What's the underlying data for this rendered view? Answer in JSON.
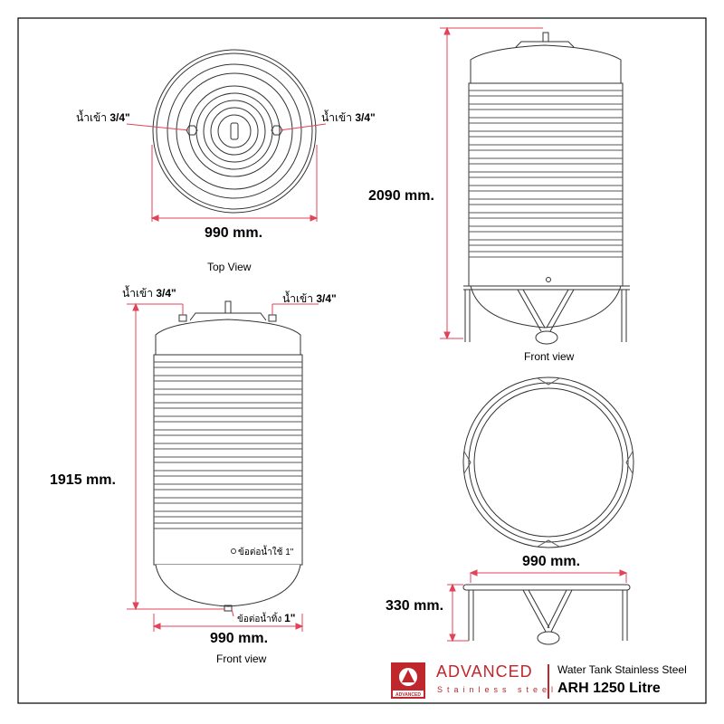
{
  "top_view": {
    "inlet_left": {
      "prefix": "น้ำเข้า",
      "size": "3/4\""
    },
    "inlet_right": {
      "prefix": "น้ำเข้า",
      "size": "3/4\""
    },
    "diameter": "990 mm.",
    "caption": "Top View"
  },
  "front_view_stand": {
    "height": "2090 mm.",
    "caption": "Front view"
  },
  "front_view_body": {
    "inlet_left": {
      "prefix": "น้ำเข้า",
      "size": "3/4\""
    },
    "inlet_right": {
      "prefix": "น้ำเข้า",
      "size": "3/4\""
    },
    "height": "1915 mm.",
    "outlet_use": "ข้อต่อน้ำใช้ 1\"",
    "drain_prefix": "ข้อต่อน้ำทิ้ง",
    "drain_size": "1\"",
    "diameter": "990 mm.",
    "caption": "Front view"
  },
  "stand_view": {
    "diameter": "990 mm.",
    "height": "330 mm."
  },
  "brand": {
    "logo_text": "ADVANCED",
    "name": "ADVANCED",
    "subtitle": "Stainless steel",
    "description": "Water Tank Stainless Steel",
    "model": "ARH 1250 Litre"
  },
  "colors": {
    "dimension_line": "#e0435a",
    "outline": "#333333",
    "brand": "#c0272d"
  }
}
